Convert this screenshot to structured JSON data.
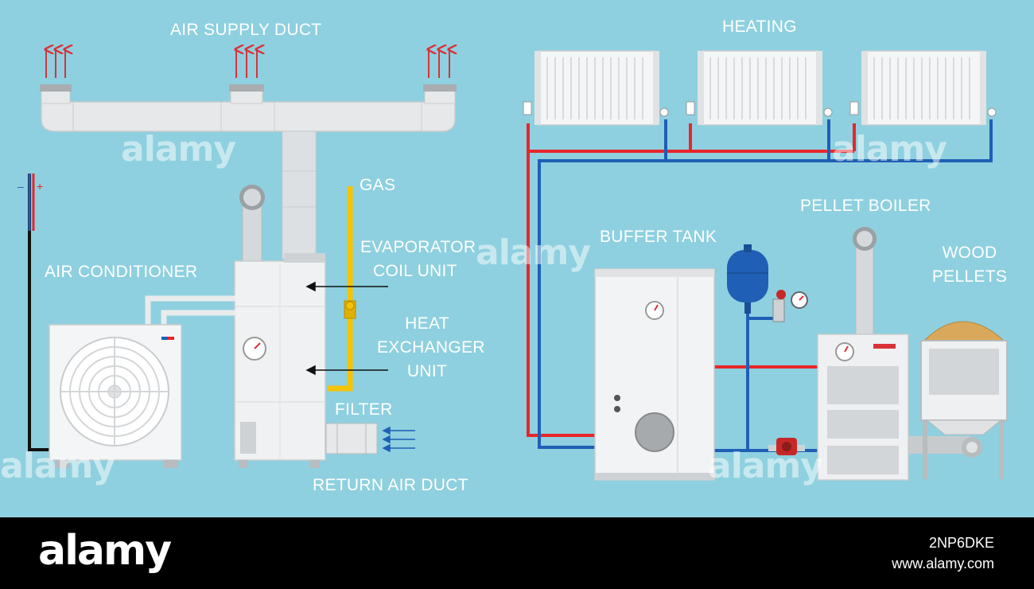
{
  "labels": {
    "air_supply_duct": "AIR SUPPLY DUCT",
    "heating": "HEATING",
    "gas": "GAS",
    "evaporator_line1": "EVAPORATOR",
    "evaporator_line2": "COIL UNIT",
    "air_conditioner": "AIR CONDITIONER",
    "heat_line1": "HEAT",
    "heat_line2": "EXCHANGER",
    "heat_line3": "UNIT",
    "filter": "FILTER",
    "return_air_duct": "RETURN AIR DUCT",
    "buffer_tank": "BUFFER TANK",
    "pellet_boiler": "PELLET BOILER",
    "wood_line1": "WOOD",
    "wood_line2": "PELLETS"
  },
  "wire_polarity": {
    "minus": "–",
    "plus": "+"
  },
  "watermark": {
    "text": "alamy"
  },
  "footer": {
    "logo": "alamy",
    "image_id": "2NP6DKE",
    "url": "www.alamy.com"
  },
  "colors": {
    "background": "#8ed0df",
    "hot_pipe": "#e8262a",
    "cold_pipe": "#1f5fb5",
    "gas_pipe": "#f5c400",
    "duct": "#e7e9ea",
    "unit_body": "#f2f3f4",
    "text": "#ffffff",
    "footer": "#000000"
  }
}
